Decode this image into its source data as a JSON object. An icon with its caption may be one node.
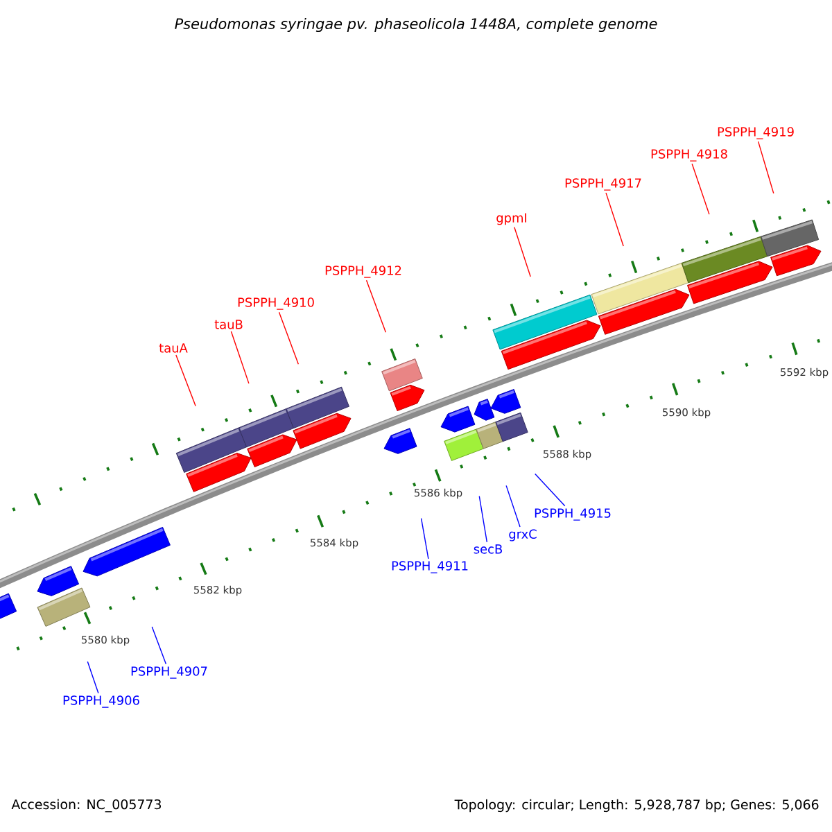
{
  "diagram": {
    "title": "Pseudomonas syringae pv. phaseolicola 1448A, complete genome",
    "nodes": [
      {
        "text": [
          "tauA"
        ]
      },
      {
        "text": [
          "tauB"
        ]
      },
      {
        "text": [
          "PSPPH_4910"
        ]
      },
      {
        "text": [
          "PSPPH_4912"
        ]
      },
      {
        "text": [
          "gpmI"
        ]
      },
      {
        "text": [
          "PSPPH_4917"
        ]
      },
      {
        "text": [
          "PSPPH_4918"
        ]
      },
      {
        "text": [
          "PSPPH_4919"
        ]
      },
      {
        "text": [
          "PSPPH_4906"
        ]
      },
      {
        "text": [
          "PSPPH_4907"
        ]
      },
      {
        "text": [
          "PSPPH_4911"
        ]
      },
      {
        "text": [
          "secB"
        ]
      },
      {
        "text": [
          "grxC"
        ]
      },
      {
        "text": [
          "PSPPH_4915"
        ]
      }
    ],
    "edges": [
      {
        "from": 0,
        "to": null,
        "arrow": "none"
      },
      {
        "from": 1,
        "to": null,
        "arrow": "none"
      },
      {
        "from": 2,
        "to": null,
        "arrow": "none"
      },
      {
        "from": 3,
        "to": null,
        "arrow": "none"
      },
      {
        "from": 4,
        "to": null,
        "arrow": "none"
      },
      {
        "from": 5,
        "to": null,
        "arrow": "none"
      },
      {
        "from": 6,
        "to": null,
        "arrow": "none"
      },
      {
        "from": 7,
        "to": null,
        "arrow": "none"
      },
      {
        "from": 8,
        "to": null,
        "arrow": "none",
        "color": "#0000ff"
      },
      {
        "from": 9,
        "to": null,
        "arrow": "none",
        "color": "#0000ff"
      },
      {
        "from": 10,
        "to": null,
        "arrow": "none",
        "color": "#0000ff"
      },
      {
        "from": 11,
        "to": null,
        "arrow": "none",
        "color": "#0000ff"
      },
      {
        "from": 12,
        "to": null,
        "arrow": "none",
        "color": "#0000ff"
      },
      {
        "from": 13,
        "to": null,
        "arrow": "none",
        "color": "#0000ff"
      }
    ],
    "labels": [
      "5580 kbp",
      "5582 kbp",
      "5584 kbp",
      "5586 kbp",
      "5588 kbp",
      "5590 kbp",
      "5592 kbp",
      "Accession: NC_005773",
      "Topology: circular; Length: 5,928,787 bp; Genes: 5,066"
    ]
  }
}
